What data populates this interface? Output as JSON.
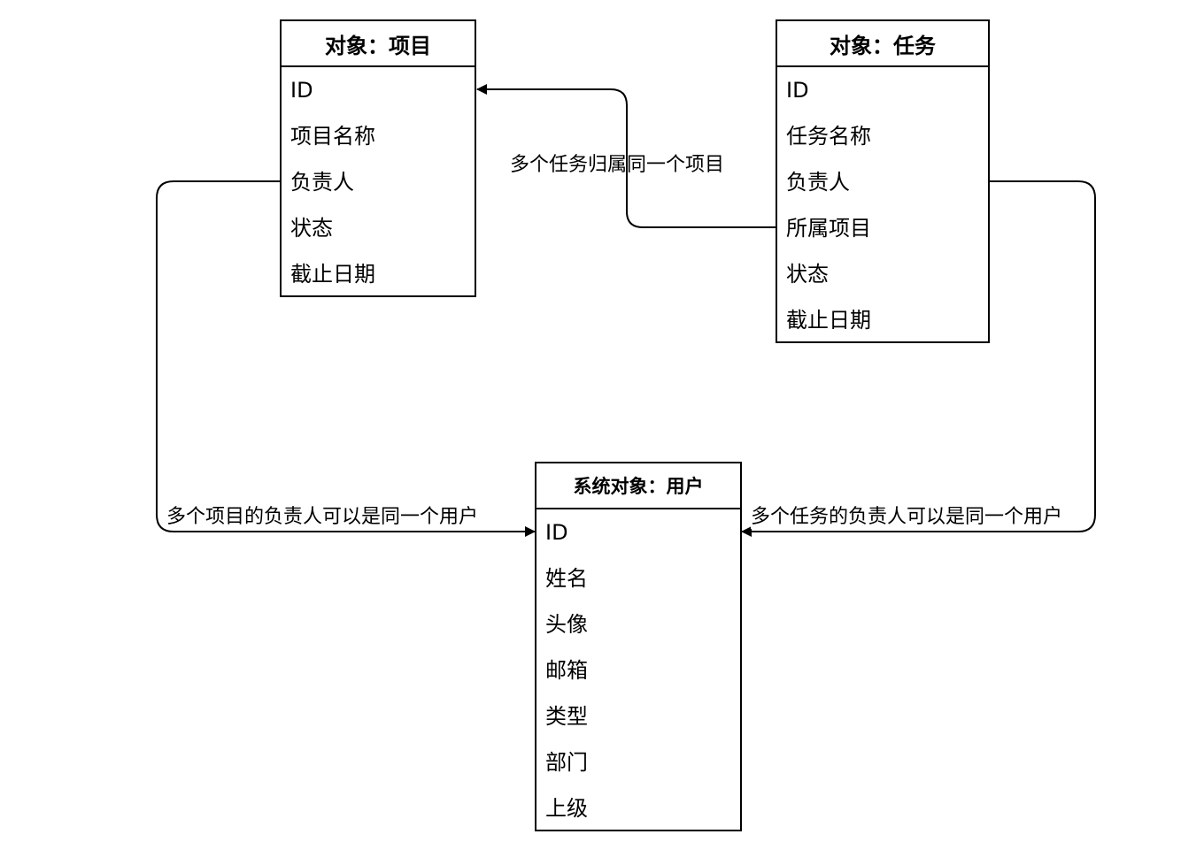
{
  "entities": {
    "project": {
      "title": "对象：项目",
      "fields": [
        "ID",
        "项目名称",
        "负责人",
        "状态",
        "截止日期"
      ]
    },
    "task": {
      "title": "对象：任务",
      "fields": [
        "ID",
        "任务名称",
        "负责人",
        "所属项目",
        "状态",
        "截止日期"
      ]
    },
    "user": {
      "title": "系统对象：用户",
      "fields": [
        "ID",
        "姓名",
        "头像",
        "邮箱",
        "类型",
        "部门",
        "上级"
      ]
    }
  },
  "relations": {
    "task_to_project": "多个任务归属同一个项目",
    "project_owner_to_user": "多个项目的负责人可以是同一个用户",
    "task_owner_to_user": "多个任务的负责人可以是同一个用户"
  }
}
